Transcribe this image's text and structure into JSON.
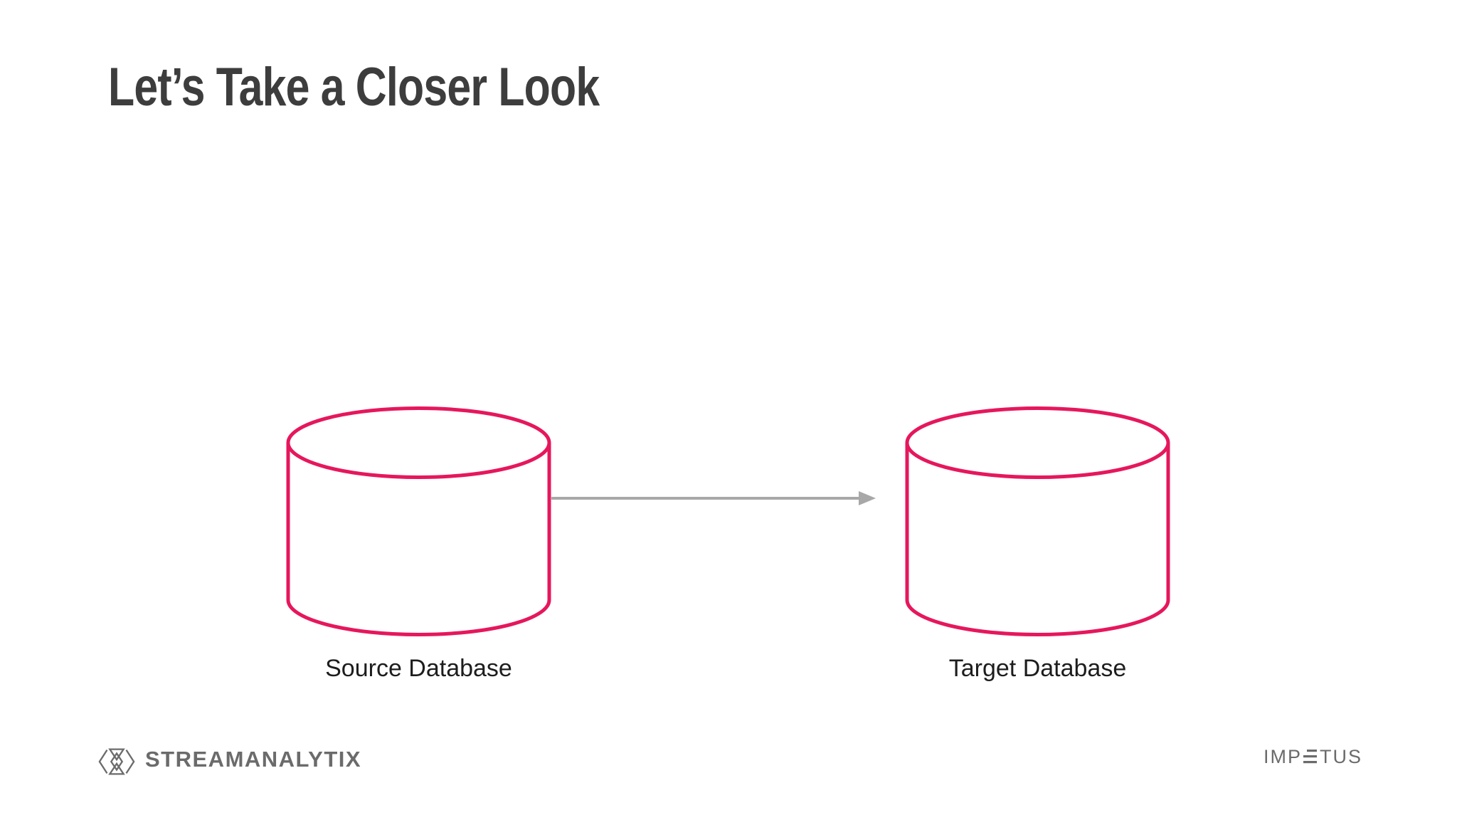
{
  "slide": {
    "title": "Let’s Take a Closer Look"
  },
  "diagram": {
    "nodes": [
      {
        "id": "source",
        "shape": "database-cylinder",
        "label": "Source Database"
      },
      {
        "id": "target",
        "shape": "database-cylinder",
        "label": "Target Database"
      }
    ],
    "connector": {
      "type": "arrow",
      "direction": "left-to-right",
      "from": "Source Database",
      "to": "Target Database"
    }
  },
  "footer": {
    "streamanalytix": {
      "label": "STREAMANALYTIX",
      "icon": "streamanalytix-mark-icon"
    },
    "impetus": {
      "label": "IMPETUS",
      "display_pre": "IMP",
      "display_post": "TUS",
      "stylized_e": "three-bars-icon"
    }
  },
  "colors": {
    "background": "#ffffff",
    "accent": "#e6175c",
    "arrow": "#a8a8a8",
    "title_text": "#3d3d3d",
    "label_text": "#1d1d1d",
    "logo_gray": "#6b6b6b"
  }
}
